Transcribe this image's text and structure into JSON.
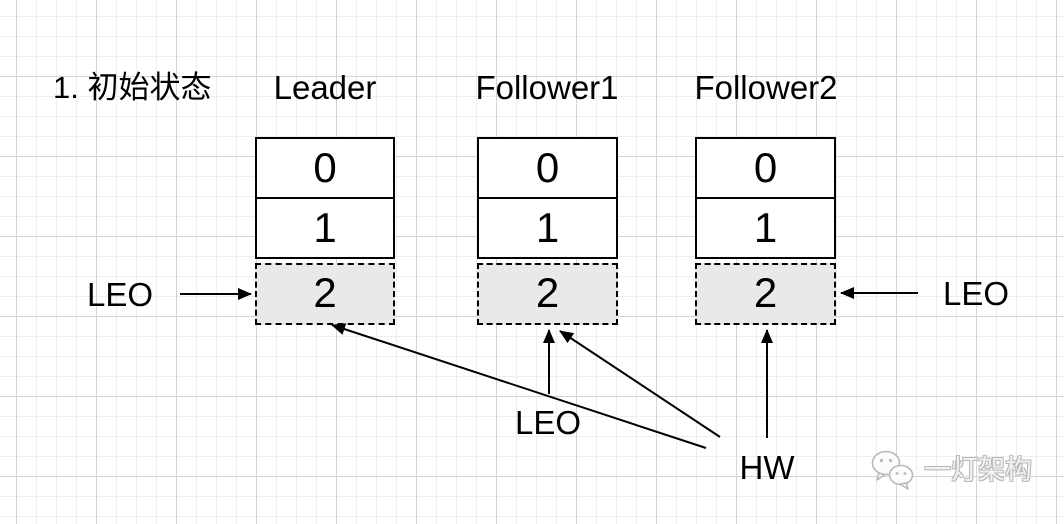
{
  "title": "1. 初始状态",
  "replicas": [
    {
      "name": "Leader",
      "entries": [
        "0",
        "1"
      ],
      "uncommitted_entry": "2"
    },
    {
      "name": "Follower1",
      "entries": [
        "0",
        "1"
      ],
      "uncommitted_entry": "2"
    },
    {
      "name": "Follower2",
      "entries": [
        "0",
        "1"
      ],
      "uncommitted_entry": "2"
    }
  ],
  "annotations": {
    "leo_left": "LEO",
    "leo_bottom": "LEO",
    "leo_right": "LEO",
    "hw": "HW"
  },
  "watermark": {
    "icon": "wechat-chat-bubbles-icon",
    "text": "一灯架构"
  },
  "colors": {
    "line": "#000000",
    "box_border": "#000000",
    "uncommitted_fill": "#e9e9e9",
    "grid_minor": "#eeeeee",
    "grid_major": "#d5d5d5",
    "watermark": "#b9b9b9"
  }
}
